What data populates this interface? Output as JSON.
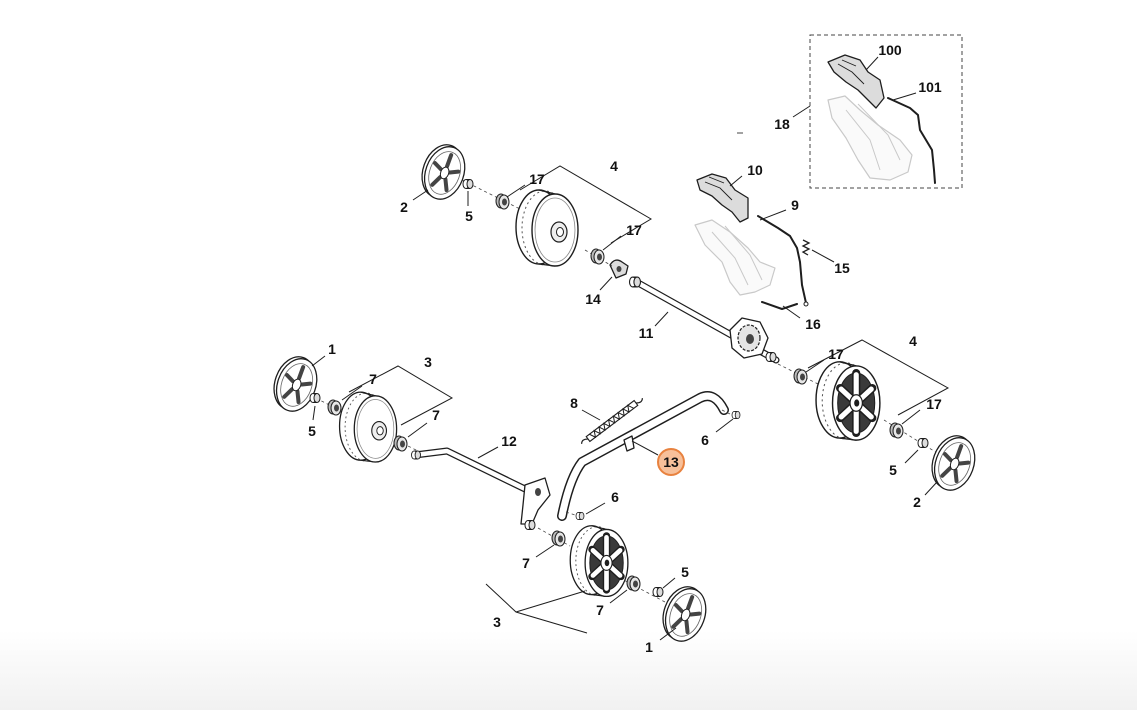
{
  "diagram": {
    "callouts": [
      "100",
      "101",
      "18",
      "10",
      "9",
      "15",
      "16",
      "4",
      "17",
      "17",
      "2",
      "5",
      "14",
      "11",
      "4",
      "17",
      "17",
      "5",
      "2",
      "1",
      "3",
      "7",
      "7",
      "5",
      "12",
      "8",
      "6",
      "13",
      "6",
      "7",
      "5",
      "7",
      "3",
      "1"
    ]
  },
  "colors": {
    "line": "#1e1e1e",
    "ghost": "#c9c9c9",
    "highlight_fill": "#F7C09A",
    "highlight_stroke": "#E8823F"
  }
}
